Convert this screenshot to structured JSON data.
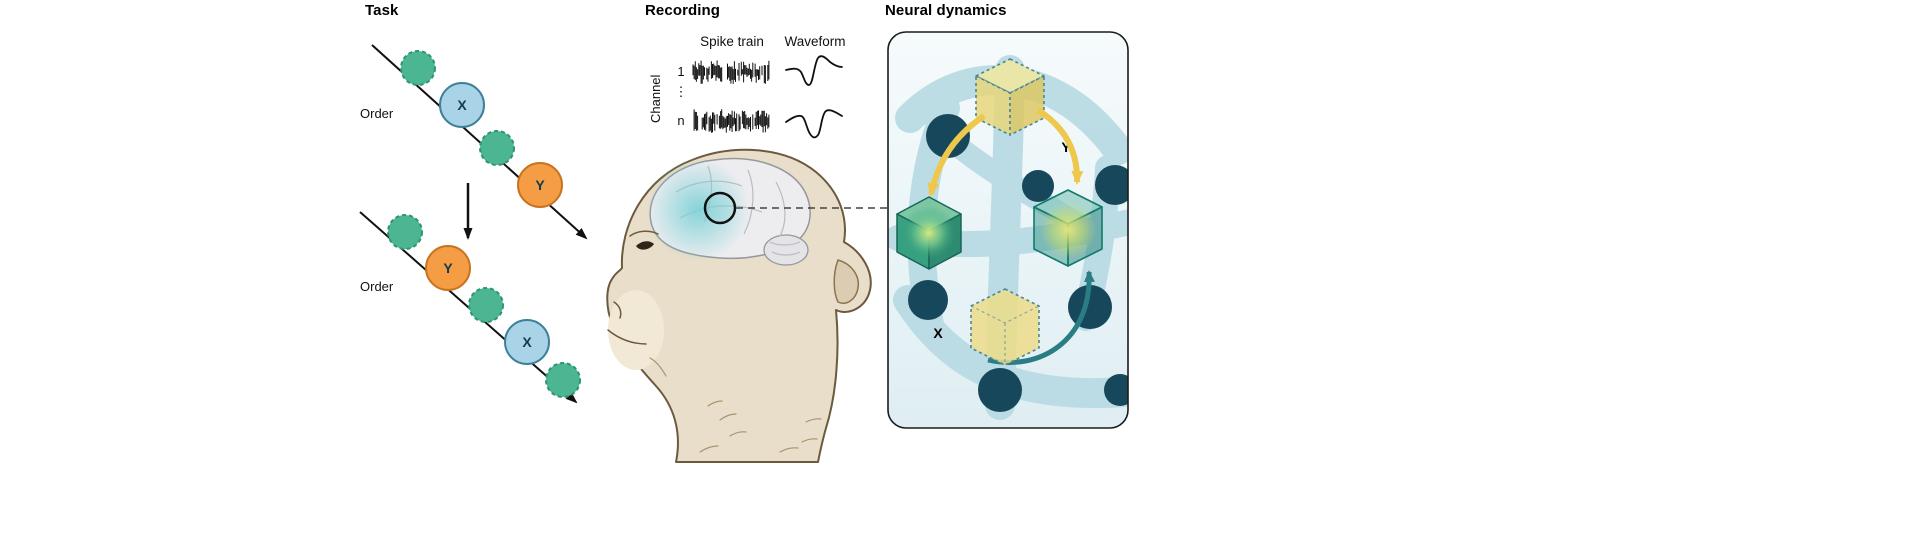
{
  "panels": {
    "task": {
      "title": "Task",
      "order_label": "Order",
      "x_label": "X",
      "y_label": "Y"
    },
    "recording": {
      "title": "Recording",
      "spike_train_header": "Spike train",
      "waveform_header": "Waveform",
      "channel_axis_label": "Channel",
      "channel_first": "1",
      "channel_ellipsis": "⋮",
      "channel_last": "n"
    },
    "neural_dynamics": {
      "title": "Neural dynamics",
      "state_y_label": "Y",
      "state_x_label": "X"
    }
  },
  "colors": {
    "task_green": "#4bb691",
    "task_green_stroke": "#2e9573",
    "task_blue": "#a9d3e6",
    "task_blue_stroke": "#3e7f99",
    "task_orange": "#f49d45",
    "task_orange_stroke": "#c9731f",
    "node_navy": "#17475a",
    "band_blue": "#b7dae3",
    "cube_yellow": "#ecdc88",
    "cube_green": "#2f9d7b",
    "arrow_yellow": "#eec84d",
    "arrow_teal": "#2b7d85",
    "brain_glow": "#7ad1d6"
  }
}
